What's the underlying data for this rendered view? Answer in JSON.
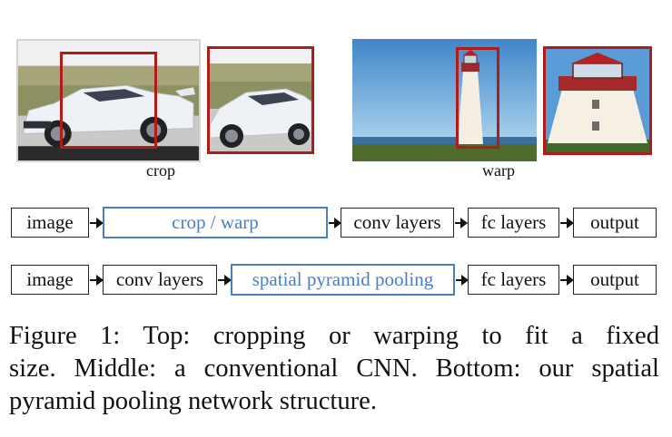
{
  "top_section": {
    "crop_label": "crop",
    "warp_label": "warp"
  },
  "pipeline_conventional": {
    "steps": [
      "image",
      "crop / warp",
      "conv layers",
      "fc layers",
      "output"
    ],
    "highlight_color": "#4a7ec2"
  },
  "pipeline_spp": {
    "steps": [
      "image",
      "conv layers",
      "spatial pyramid pooling",
      "fc layers",
      "output"
    ],
    "highlight_color": "#4a7ec2"
  },
  "caption": {
    "line1": "Figure 1: Top: cropping or warping to fit a fixed",
    "line2": "size. Middle: a conventional CNN. Bottom: our spatial",
    "line3": "pyramid pooling network structure."
  },
  "colors": {
    "crop_box": "#b01c1c",
    "highlight_box": "#4a7ec2",
    "text": "#111111"
  }
}
